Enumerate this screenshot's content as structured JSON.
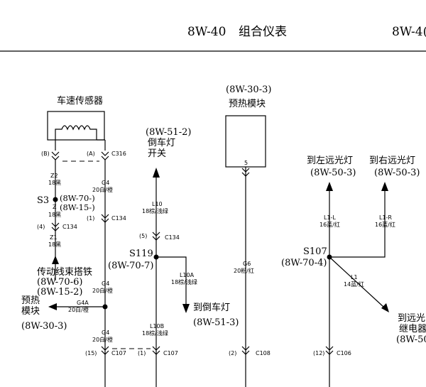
{
  "header": {
    "code": "8W-40",
    "title": "组合仪表",
    "code_right": "8W-4("
  },
  "vss": {
    "name": "车速传感器",
    "pin_b": "(B)",
    "pin_a": "(A)",
    "conn": "C316"
  },
  "left_wire": {
    "z2_code": "Z2",
    "z2_color": "18黑",
    "splice": "S3",
    "splice_ref1": "(8W-70-)",
    "splice_ref2": "(8W-15-)",
    "z_code": "Z",
    "z_color": "18黑",
    "pin4": "(4)",
    "conn_c134": "C134",
    "z1_code": "Z1",
    "z1_color": "18黑",
    "ground_name": "传动线束搭铁",
    "ground_ref1": "(8W-70-6)",
    "ground_ref2": "(8W-15-2)"
  },
  "mid_wire": {
    "g4_code": "G4",
    "g4_color": "20白/橙",
    "pin1": "(1)",
    "conn": "C134",
    "g4b_code": "G4",
    "g4b_color": "20白/橙",
    "g4a_code": "G4A",
    "g4a_color": "20白/橙",
    "g4c_code": "G4",
    "g4c_color": "20白/橙",
    "preheat_name1": "预热",
    "preheat_name2": "模块",
    "preheat_ref": "(8W-30-3)"
  },
  "reverse": {
    "ref": "(8W-51-2)",
    "name1": "倒车灯",
    "name2": "开关",
    "l10_code": "L10",
    "l10_color": "18棕/浅绿",
    "pin5": "(5)",
    "conn": "C134",
    "splice": "S119",
    "splice_ref": "(8W-70-7)",
    "l10a_code": "L10A",
    "l10a_color": "18棕/浅绿",
    "lamp_name": "到倒车灯",
    "lamp_ref": "(8W-51-3)",
    "l10b_code": "L10B",
    "l10b_color": "18棕/浅绿"
  },
  "preheat_module": {
    "ref": "(8W-30-3)",
    "name": "预热模块",
    "pin": "5",
    "g6_code": "G6",
    "g6_color": "20粉/红"
  },
  "high_beam": {
    "left_name": "到左远光灯",
    "left_ref": "(8W-50-3)",
    "right_name": "到右远光灯",
    "right_ref": "(8W-50-3)",
    "l1l_code": "L1-L",
    "l1l_color": "16蓝/红",
    "l1r_code": "L1-R",
    "l1r_color": "16蓝/红",
    "splice": "S107",
    "splice_ref": "(8W-70-4)",
    "l1_code": "L1",
    "l1_color": "14蓝/红",
    "relay_name1": "到远光",
    "relay_name2": "继电器",
    "relay_ref": "(8W-50"
  },
  "bottom": {
    "pin15": "(15)",
    "c107a": "C107",
    "pin1": "(1)",
    "c107b": "C107",
    "pin2": "(2)",
    "c108": "C108",
    "pin12": "(12)",
    "c106": "C106"
  }
}
